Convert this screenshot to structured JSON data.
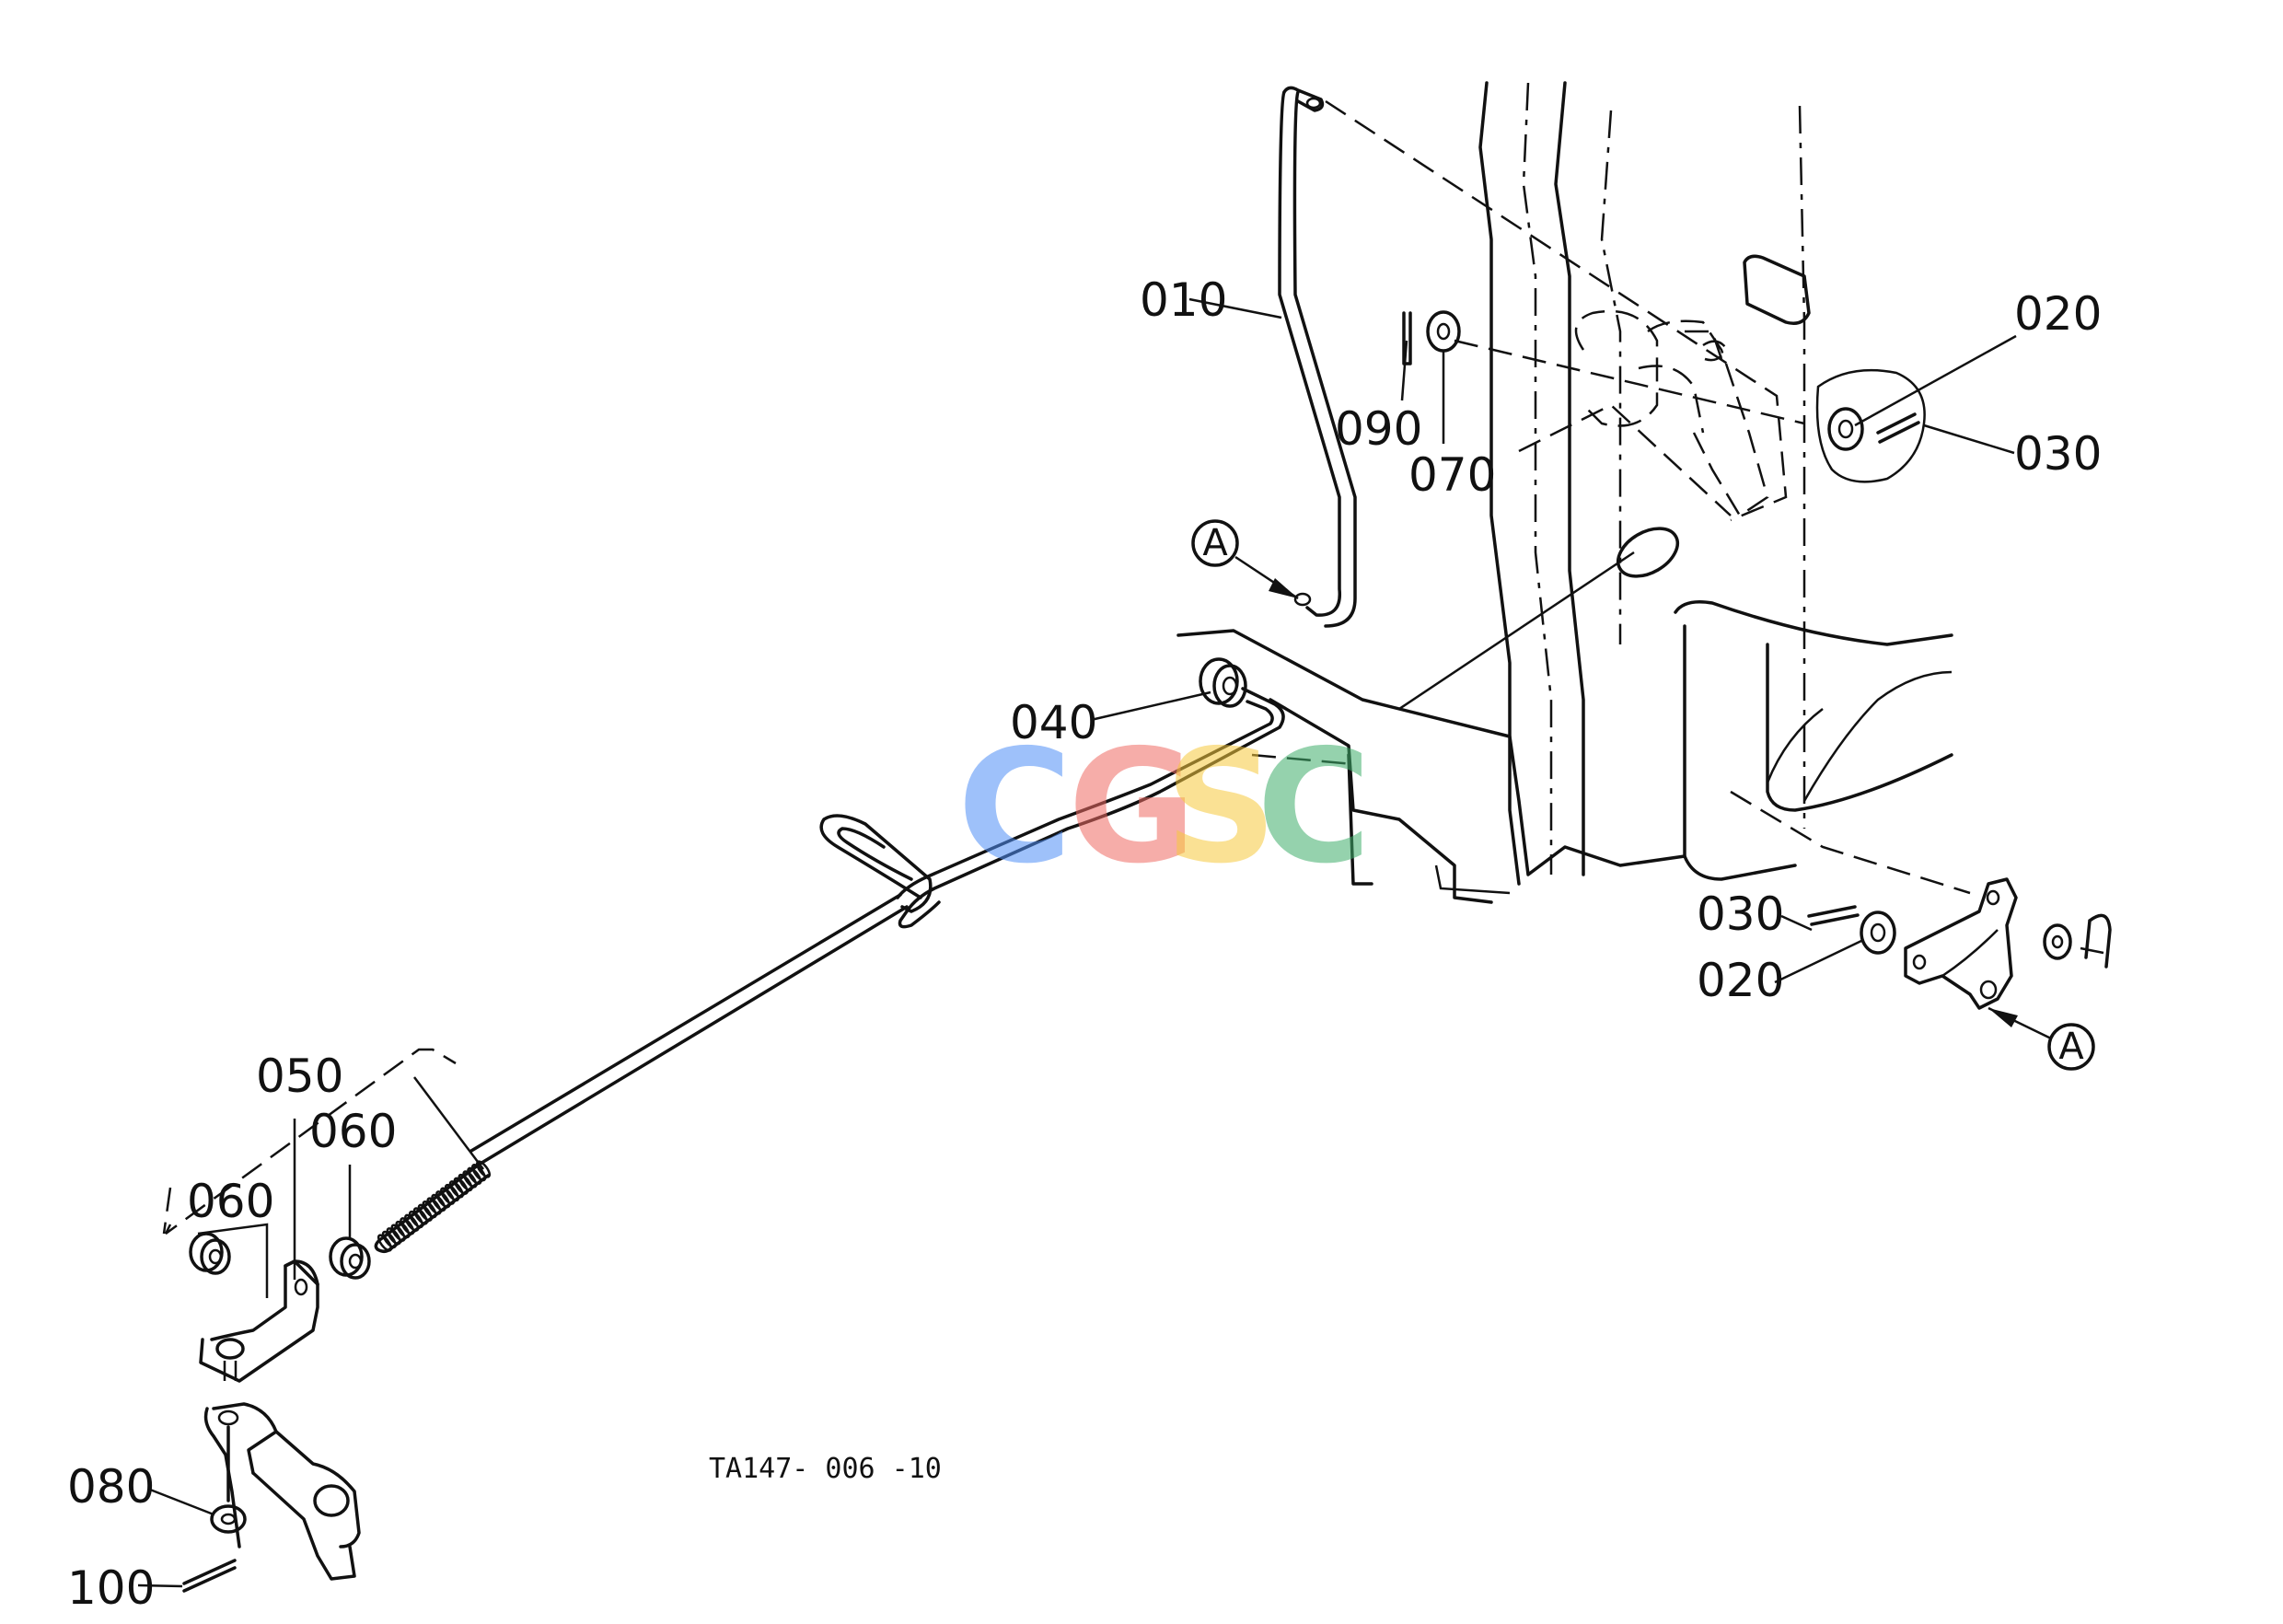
{
  "drawing_code": "TA147- 006 -10",
  "watermark": {
    "letters": [
      {
        "char": "C",
        "color": "#4f8ff7"
      },
      {
        "char": "G",
        "color": "#ef6b64"
      },
      {
        "char": "S",
        "color": "#f7ca3e"
      },
      {
        "char": "C",
        "color": "#3fae6b"
      }
    ]
  },
  "part_labels": {
    "p010": "010",
    "p020_top": "020",
    "p030_top": "030",
    "p090": "090",
    "p070": "070",
    "p040": "040",
    "p030_bottom": "030",
    "p020_bottom": "020",
    "p050": "050",
    "p060_right": "060",
    "p060_left": "060",
    "p080": "080",
    "p100": "100"
  },
  "callouts": {
    "a_left": "A",
    "a_right": "A"
  }
}
